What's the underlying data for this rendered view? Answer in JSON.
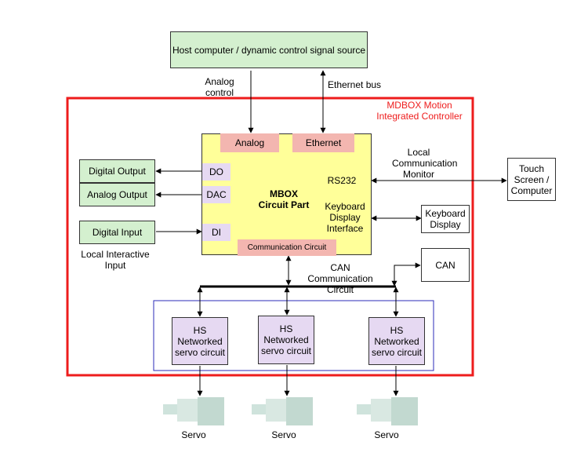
{
  "host": {
    "label": "Host computer / dynamic control signal source"
  },
  "links": {
    "analog_control": "Analog control",
    "ethernet_bus": "Ethernet bus"
  },
  "controller": {
    "title": "MDBOX Motion Integrated Controller",
    "color": "#ee1c1c"
  },
  "mbox": {
    "title": "MBOX Circuit Part",
    "ports": {
      "analog": "Analog",
      "ethernet": "Ethernet",
      "do": "DO",
      "dac": "DAC",
      "di": "DI",
      "rs232": "RS232",
      "keyboard": "Keyboard Display Interface",
      "comm": "Communication Circuit"
    }
  },
  "io": {
    "digital_output": "Digital Output",
    "analog_output": "Analog Output",
    "digital_input": "Digital Input",
    "local_input_label": "Local Interactive Input"
  },
  "peripherals": {
    "local_comm_label": "Local Communication Monitor",
    "touch_screen": "Touch Screen / Computer",
    "keyboard_display": "Keyboard Display",
    "can": "CAN",
    "can_circuit_label": "CAN Communication Circuit"
  },
  "servo_cards": [
    {
      "label": "HS Networked servo circuit"
    },
    {
      "label": "HS Networked servo circuit"
    },
    {
      "label": "HS Networked servo circuit"
    }
  ],
  "servos": [
    {
      "label": "Servo"
    },
    {
      "label": "Servo"
    },
    {
      "label": "Servo"
    }
  ],
  "colors": {
    "host_fill": "#d4f0cf",
    "mbox_fill": "#ffff99",
    "port_pink": "#f3b6b0",
    "port_lavender": "#e6d9f2",
    "servo_frame": "#2b2bb8",
    "controller_border": "#ee1c1c"
  }
}
